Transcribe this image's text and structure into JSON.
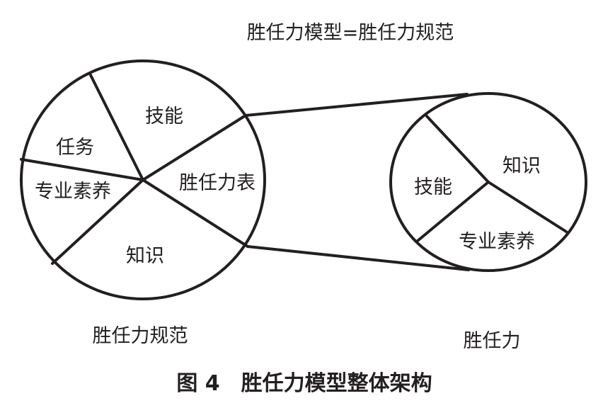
{
  "diagram": {
    "title": "胜任力模型=胜任力规范",
    "left_circle": {
      "caption": "胜任力规范",
      "sectors": {
        "skills": "技能",
        "tasks": "任务",
        "competency_table": "胜任力表",
        "professional_quality": "专业素养",
        "knowledge": "知识"
      }
    },
    "right_circle": {
      "caption": "胜任力",
      "sectors": {
        "knowledge": "知识",
        "skills": "技能",
        "professional_quality": "专业素养"
      }
    },
    "figure_caption": "图 4　胜任力模型整体架构"
  }
}
